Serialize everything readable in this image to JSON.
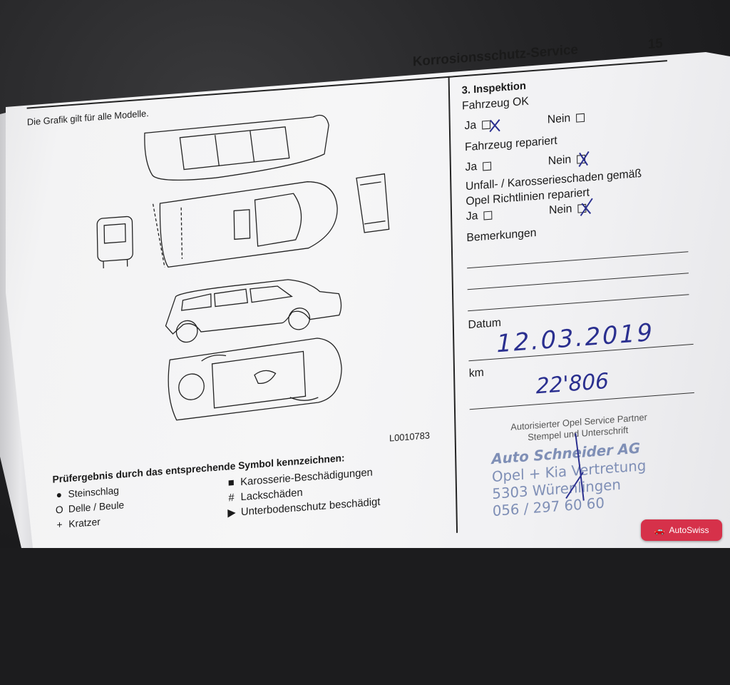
{
  "header": {
    "title": "Korrosionsschutz-Service",
    "page_number": "15"
  },
  "left": {
    "note": "Die Grafik gilt für alle Modelle.",
    "figure_code": "L0010783",
    "legend_title": "Prüfergebnis durch das entsprechende Symbol kennzeichnen:",
    "legend_left": [
      {
        "symbol": "●",
        "label": "Steinschlag"
      },
      {
        "symbol": "O",
        "label": "Delle / Beule"
      },
      {
        "symbol": "+",
        "label": "Kratzer"
      }
    ],
    "legend_right": [
      {
        "symbol": "■",
        "label": "Karosserie-Beschädigungen"
      },
      {
        "symbol": "#",
        "label": "Lackschäden"
      },
      {
        "symbol": "▶",
        "label": "Unterbodenschutz beschädigt"
      }
    ]
  },
  "right": {
    "inspection_title": "3. Inspektion",
    "q1": "Fahrzeug OK",
    "q2": "Fahrzeug repariert",
    "q3_line1": "Unfall- / Karosserieschaden gemäß",
    "q3_line2": "Opel Richtlinien repariert",
    "yes": "Ja",
    "no": "Nein",
    "remarks": "Bemerkungen",
    "date_label": "Datum",
    "km_label": "km",
    "partner_line1": "Autorisierter Opel Service Partner",
    "partner_line2": "Stempel und Unterschrift"
  },
  "handwriting": {
    "date": "12.03.2019",
    "km": "22'806"
  },
  "stamp": {
    "line1": "Auto Schneider AG",
    "line2": "Opel + Kia Vertretung",
    "line3": "5303 Würenlingen",
    "line4": "056 / 297 60 60"
  },
  "watermark": {
    "label": "AutoSwiss"
  },
  "colors": {
    "ink": "#2a2f8f",
    "stamp": "#7f8fb6",
    "badge": "#d6314a"
  },
  "checks": {
    "q1_yes": true,
    "q1_no": false,
    "q2_yes": false,
    "q2_no": true,
    "q3_yes": false,
    "q3_no": true
  }
}
